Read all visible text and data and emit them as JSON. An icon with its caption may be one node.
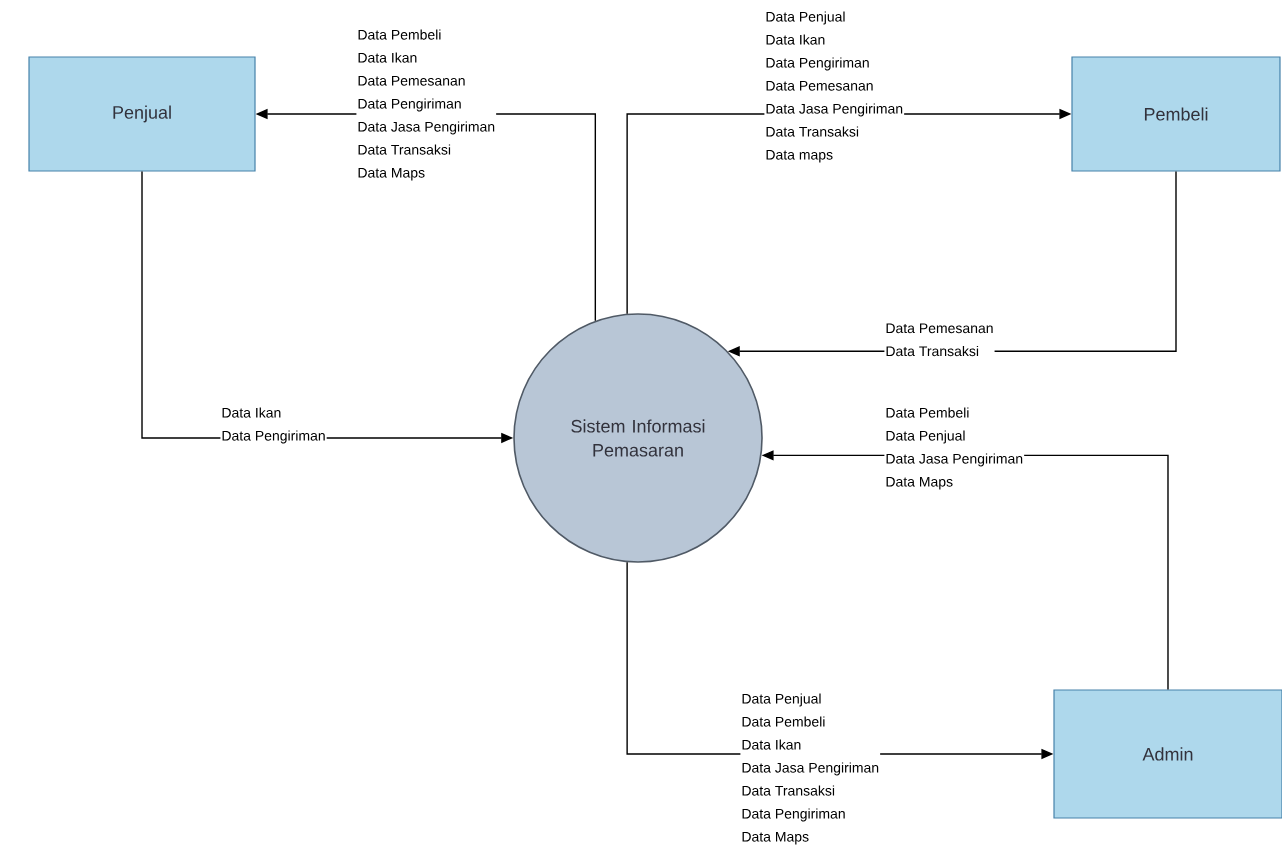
{
  "diagram": {
    "nodes": [
      {
        "text": [
          "Penjual"
        ]
      },
      {
        "text": [
          "Pembeli"
        ]
      },
      {
        "text": [
          "Sistem Informasi Pemasaran"
        ]
      },
      {
        "text": [
          "Admin"
        ]
      }
    ],
    "edges": [
      {
        "from": 2,
        "to": 0,
        "arrow": "to",
        "label": [
          "Data Pembeli",
          "Data Ikan",
          "Data Pemesanan",
          "Data Pengiriman",
          "Data Jasa Pengiriman",
          "Data Transaksi",
          "Data Maps"
        ]
      },
      {
        "from": 2,
        "to": 1,
        "arrow": "to",
        "label": [
          "Data Penjual",
          "Data Ikan",
          "Data Pengiriman",
          "Data Pemesanan",
          "Data Jasa Pengiriman",
          "Data Transaksi",
          "Data maps"
        ]
      },
      {
        "from": 1,
        "to": 2,
        "arrow": "to",
        "label": [
          "Data Pemesanan",
          "Data Transaksi"
        ]
      },
      {
        "from": 0,
        "to": 2,
        "arrow": "to",
        "label": [
          "Data Ikan",
          "Data Pengiriman"
        ]
      },
      {
        "from": 3,
        "to": 2,
        "arrow": "to",
        "label": [
          "Data Pembeli",
          "Data Penjual",
          "Data Jasa Pengiriman",
          "Data Maps"
        ]
      },
      {
        "from": 2,
        "to": 3,
        "arrow": "to",
        "label": [
          "Data Penjual",
          "Data Pembeli",
          "Data Ikan",
          "Data Jasa Pengiriman",
          "Data Transaksi",
          "Data Pengiriman",
          "Data Maps"
        ]
      }
    ]
  }
}
